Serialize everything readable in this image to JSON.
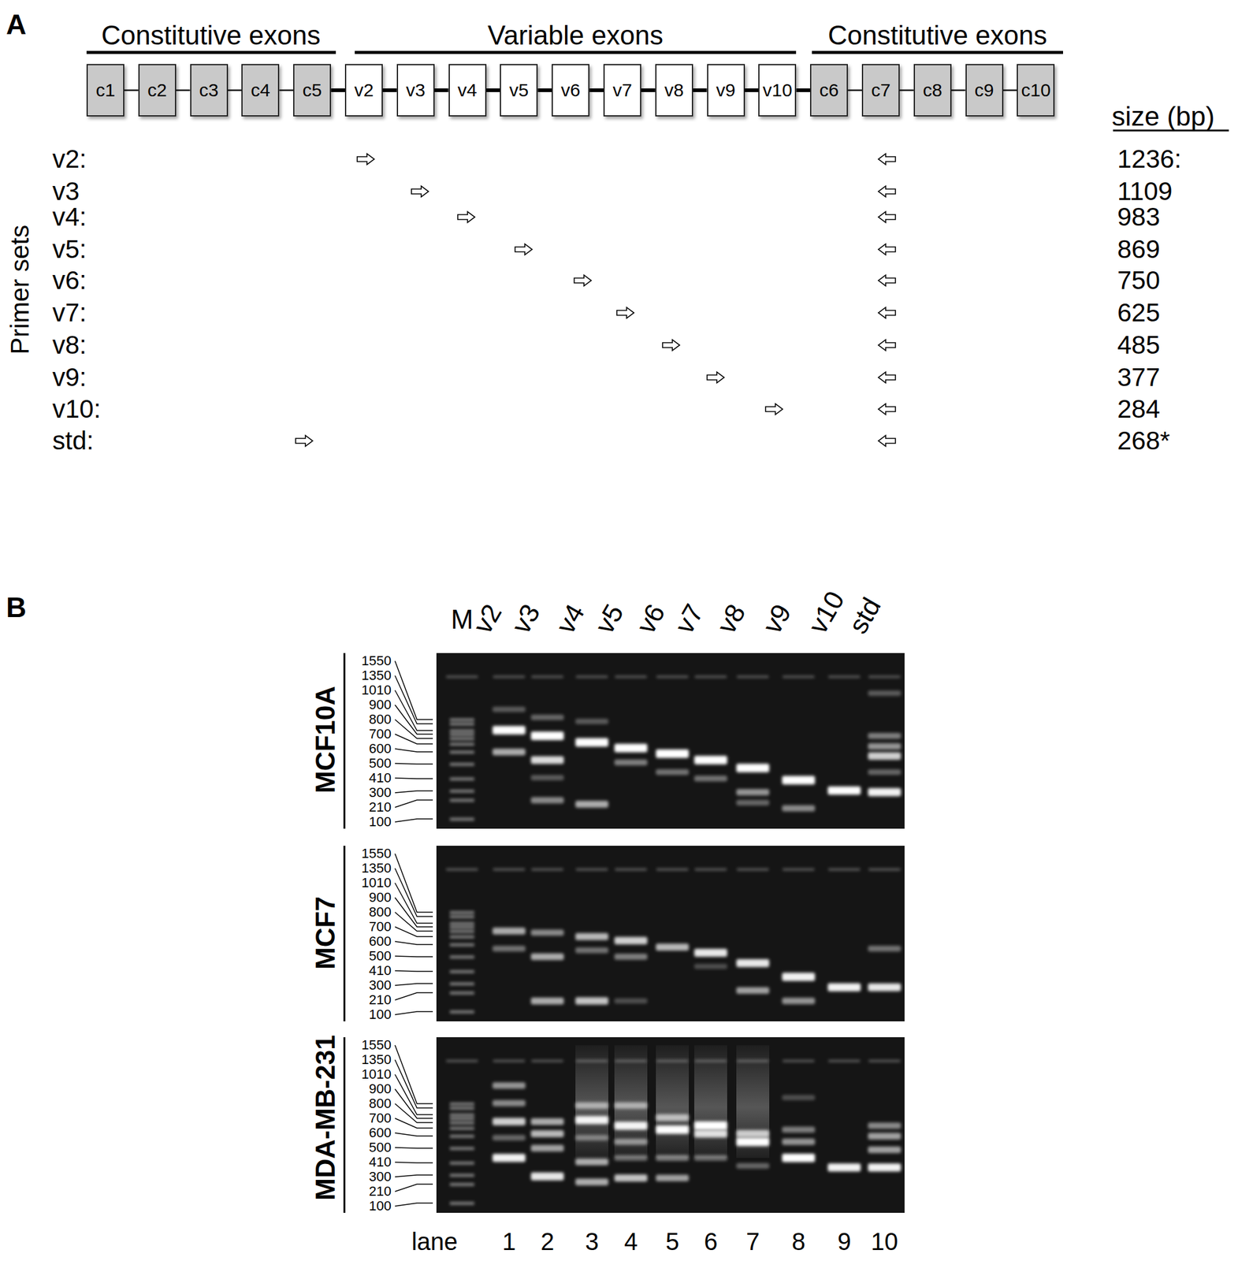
{
  "diagram": {
    "nodes": [
      {
        "text": [
          "c1"
        ]
      },
      {
        "text": [
          "c2"
        ]
      },
      {
        "text": [
          "c3"
        ]
      },
      {
        "text": [
          "c4"
        ]
      },
      {
        "text": [
          "c5"
        ]
      },
      {
        "text": [
          "v2"
        ]
      },
      {
        "text": [
          "v3"
        ]
      },
      {
        "text": [
          "v4"
        ]
      },
      {
        "text": [
          "v5"
        ]
      },
      {
        "text": [
          "v6"
        ]
      },
      {
        "text": [
          "v7"
        ]
      },
      {
        "text": [
          "v8"
        ]
      },
      {
        "text": [
          "v9"
        ]
      },
      {
        "text": [
          "v10"
        ]
      },
      {
        "text": [
          "c6"
        ]
      },
      {
        "text": [
          "c7"
        ]
      },
      {
        "text": [
          "c8"
        ]
      },
      {
        "text": [
          "c9"
        ]
      },
      {
        "text": [
          "c10"
        ]
      }
    ],
    "edges": [
      {
        "from": 0,
        "to": 1,
        "arrow": "none"
      },
      {
        "from": 1,
        "to": 2,
        "arrow": "none"
      },
      {
        "from": 2,
        "to": 3,
        "arrow": "none"
      },
      {
        "from": 3,
        "to": 4,
        "arrow": "none"
      },
      {
        "from": 4,
        "to": 5,
        "arrow": "none"
      },
      {
        "from": 5,
        "to": 6,
        "arrow": "none"
      },
      {
        "from": 6,
        "to": 7,
        "arrow": "none"
      },
      {
        "from": 7,
        "to": 8,
        "arrow": "none"
      },
      {
        "from": 8,
        "to": 9,
        "arrow": "none"
      },
      {
        "from": 9,
        "to": 10,
        "arrow": "none"
      },
      {
        "from": 10,
        "to": 11,
        "arrow": "none"
      },
      {
        "from": 11,
        "to": 12,
        "arrow": "none"
      },
      {
        "from": 12,
        "to": 13,
        "arrow": "none"
      },
      {
        "from": 13,
        "to": 14,
        "arrow": "none"
      },
      {
        "from": 14,
        "to": 15,
        "arrow": "none"
      },
      {
        "from": 15,
        "to": 16,
        "arrow": "none"
      },
      {
        "from": 16,
        "to": 17,
        "arrow": "none"
      },
      {
        "from": 17,
        "to": 18,
        "arrow": "none"
      }
    ],
    "labels": [
      "A",
      "Constitutive exons",
      "Variable exons",
      "Constitutive exons",
      "size (bp)",
      "Primer sets",
      "v2:",
      "v3",
      "v4:",
      "v5:",
      "v6:",
      "v7:",
      "v8:",
      "v9:",
      "v10:",
      "std:",
      "1236:",
      "1109",
      "983",
      "869",
      "750",
      "625",
      "485",
      "377",
      "284",
      "268*",
      "B",
      "M",
      "v2",
      "v3",
      "v4",
      "v5",
      "v6",
      "v7",
      "v8",
      "v9",
      "v10",
      "std",
      "MCF10A",
      "1550",
      "1350",
      "1010",
      "900",
      "800",
      "700",
      "600",
      "500",
      "410",
      "300",
      "210",
      "100",
      "MCF7",
      "1550",
      "1350",
      "1010",
      "900",
      "800",
      "700",
      "600",
      "500",
      "410",
      "300",
      "210",
      "100",
      "MDA-MB-231",
      "1550",
      "1350",
      "1010",
      "900",
      "800",
      "700",
      "600",
      "500",
      "410",
      "300",
      "210",
      "100",
      "lane",
      "1",
      "2",
      "3",
      "4",
      "5",
      "6",
      "7",
      "8",
      "9",
      "10"
    ]
  }
}
